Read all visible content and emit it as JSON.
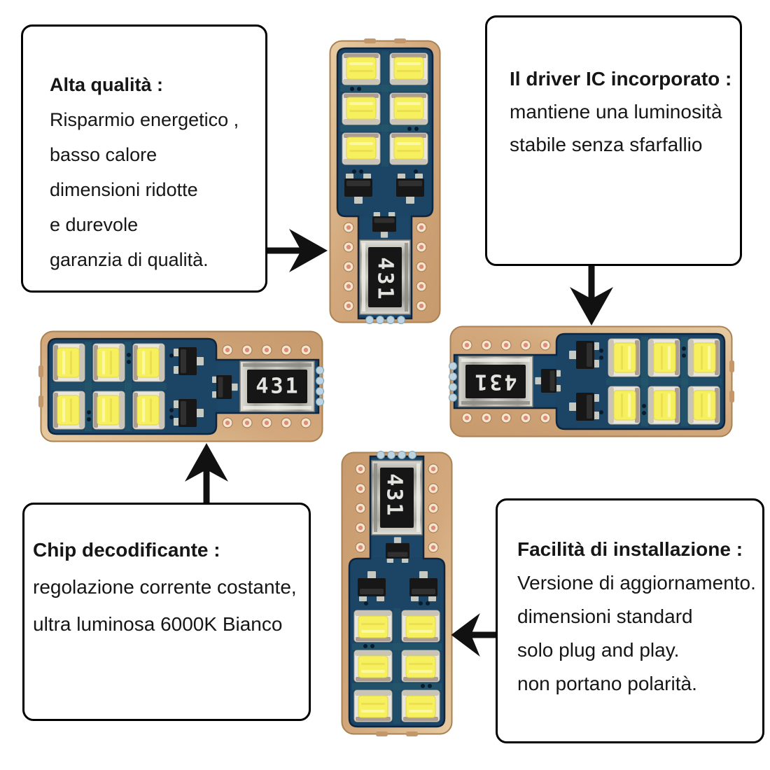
{
  "product": {
    "resistor_label": "431"
  },
  "callouts": {
    "alta_qualita": {
      "title": "Alta qualità :",
      "lines": [
        "Risparmio energetico ,",
        "basso calore",
        "dimensioni ridotte",
        "e durevole",
        "garanzia di qualità."
      ]
    },
    "driver_ic": {
      "title": "Il driver IC incorporato :",
      "lines": [
        "mantiene una luminosità",
        "stabile senza sfarfallio"
      ]
    },
    "chip_decodificante": {
      "title": "Chip decodificante :",
      "lines": [
        "regolazione corrente costante,",
        "ultra luminosa 6000K Bianco"
      ]
    },
    "facilita_installazione": {
      "title": "Facilità di installazione :",
      "lines": [
        "Versione di aggiornamento.",
        "dimensioni standard",
        "solo plug and play.",
        "non portano polarità."
      ]
    }
  },
  "icons": {
    "arrow_right": "black concave arrow pointing right",
    "arrow_down": "black concave arrow pointing down",
    "arrow_up": "black concave arrow pointing up",
    "arrow_left": "black concave arrow pointing left"
  },
  "colors": {
    "background": "#ffffff",
    "callout_border": "#000000",
    "text": "#161616",
    "pcb_blue": "#1c4464",
    "pcb_teal": "#24586b",
    "board_gold": "#d2a87c",
    "led_yellow": "#f6f05e",
    "led_package_white": "#e9e6dd",
    "component_black": "#171717",
    "resistor_silver": "#cfcfc7",
    "via_copper": "#dc8d77",
    "arrow_black": "#111111"
  }
}
